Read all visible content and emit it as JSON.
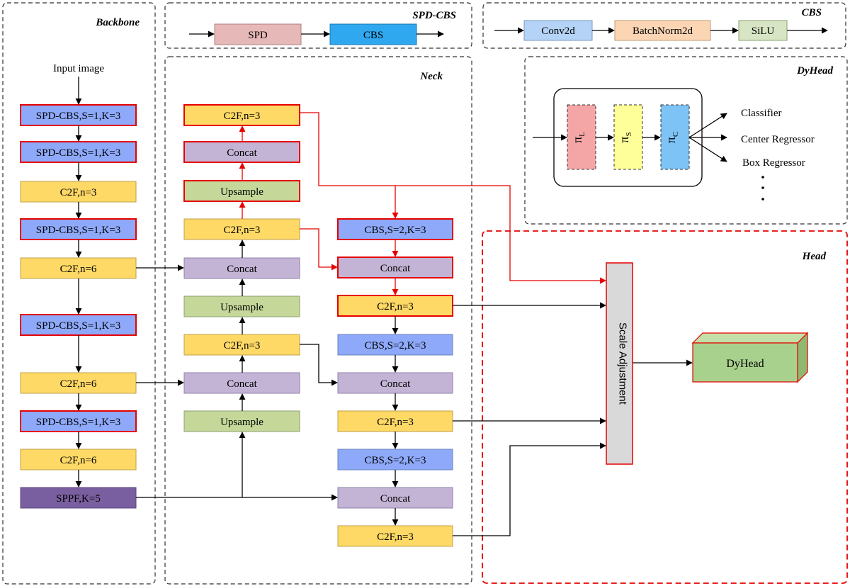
{
  "colors": {
    "yellow": "#ffd966",
    "blue": "#8ea9f9",
    "lavender": "#c3b4d6",
    "green": "#c5d89a",
    "purple": "#7a5fa0",
    "pink": "#e6b8b7",
    "cyan": "#2fa8f0",
    "light_blue": "#b4d3f6",
    "peach": "#fcd5b5",
    "light_green": "#d8e5c4",
    "gray": "#d9d9d9",
    "dyhead_green": "#a9d18e",
    "red": "#e60000",
    "pi_l": "#f4a6a6",
    "pi_s": "#ffff99",
    "pi_c": "#7ec3f5"
  },
  "sections": {
    "backbone": "Backbone",
    "spd_cbs": "SPD-CBS",
    "cbs": "CBS",
    "neck": "Neck",
    "dyhead": "DyHead",
    "head": "Head"
  },
  "backbone": {
    "input": "Input image",
    "blocks": [
      "SPD-CBS,S=1,K=3",
      "SPD-CBS,S=1,K=3",
      "C2F,n=3",
      "SPD-CBS,S=1,K=3",
      "C2F,n=6",
      "SPD-CBS,S=1,K=3",
      "C2F,n=6",
      "SPD-CBS,S=1,K=3",
      "C2F,n=6",
      "SPPF,K=5"
    ]
  },
  "spd_cbs": {
    "blocks": [
      "SPD",
      "CBS"
    ]
  },
  "cbs": {
    "blocks": [
      "Conv2d",
      "BatchNorm2d",
      "SiLU"
    ]
  },
  "neck": {
    "left": [
      "C2F,n=3",
      "Concat",
      "Upsample",
      "C2F,n=3",
      "Concat",
      "Upsample",
      "C2F,n=3",
      "Concat",
      "Upsample"
    ],
    "right": [
      "CBS,S=2,K=3",
      "Concat",
      "C2F,n=3",
      "CBS,S=2,K=3",
      "Concat",
      "C2F,n=3",
      "CBS,S=2,K=3",
      "Concat",
      "C2F,n=3"
    ]
  },
  "dyhead": {
    "pi_l": "π",
    "pi_l_sub": "L",
    "pi_s": "π",
    "pi_s_sub": "S",
    "pi_c": "π",
    "pi_c_sub": "C",
    "outputs": [
      "Classifier",
      "Center Regressor",
      "Box Regressor"
    ],
    "ellipsis": "⋮"
  },
  "head": {
    "scale": "Scale Adjustment",
    "dyhead_box": "DyHead"
  }
}
